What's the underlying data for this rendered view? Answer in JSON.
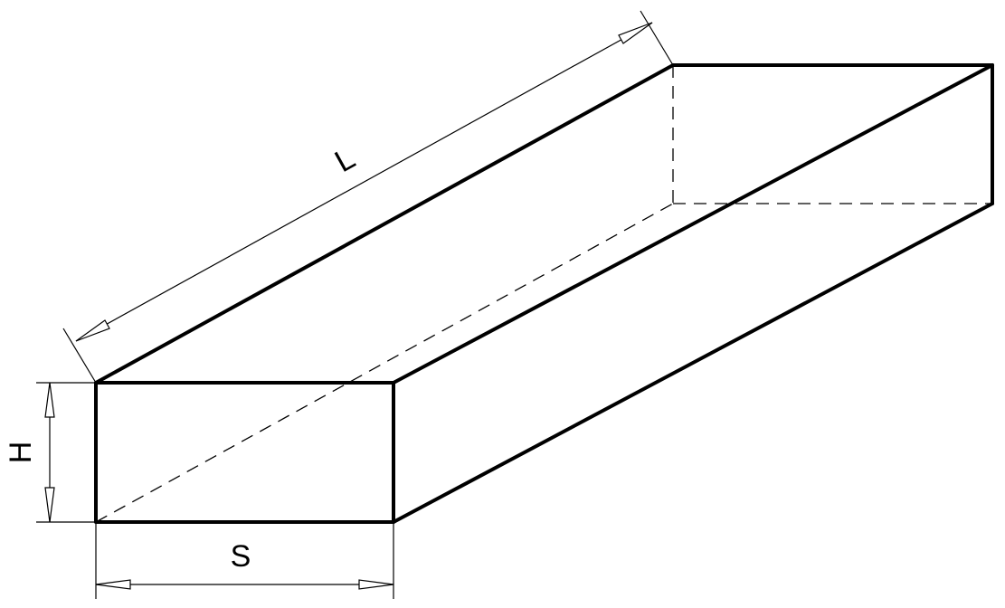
{
  "labels": {
    "length": "L",
    "height": "H",
    "width": "S"
  }
}
